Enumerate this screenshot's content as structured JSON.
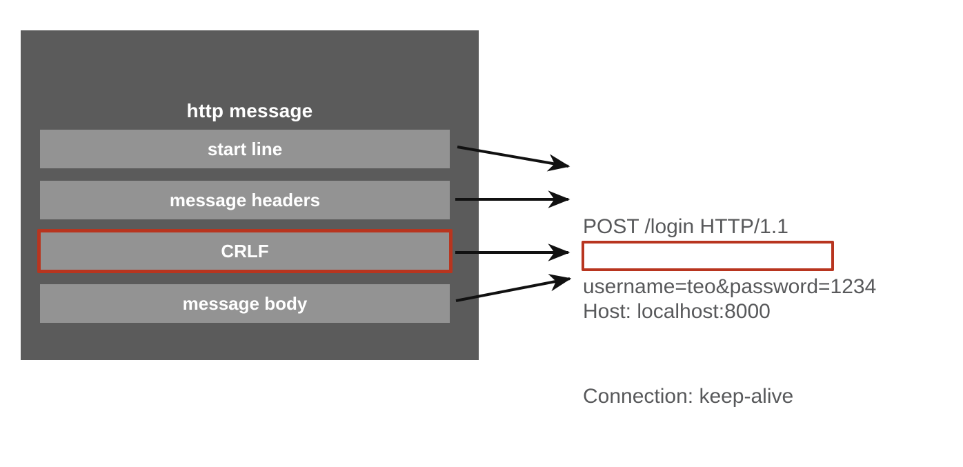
{
  "diagram": {
    "title": "http message",
    "sections": [
      {
        "label": "start line",
        "highlight": false
      },
      {
        "label": "message headers",
        "highlight": false
      },
      {
        "label": "CRLF",
        "highlight": true
      },
      {
        "label": "message body",
        "highlight": false
      }
    ],
    "raw_message": {
      "lines": [
        "POST /login HTTP/1.1",
        "Host: localhost:8000",
        "Connection: keep-alive"
      ],
      "blank_line_label": "",
      "body": "username=teo&password=1234"
    },
    "connections": [
      {
        "from": "start line",
        "to": "POST /login HTTP/1.1"
      },
      {
        "from": "message headers",
        "to": "Host: localhost:8000"
      },
      {
        "from": "CRLF",
        "to": "blank line (empty box)"
      },
      {
        "from": "message body",
        "to": "username=teo&password=1234"
      }
    ],
    "colors": {
      "panel_background": "#5b5b5b",
      "section_background": "#939393",
      "section_text": "#ffffff",
      "highlight_border": "#b8351f",
      "raw_text": "#58595b",
      "arrow": "#111111",
      "page_background": "#ffffff"
    }
  }
}
